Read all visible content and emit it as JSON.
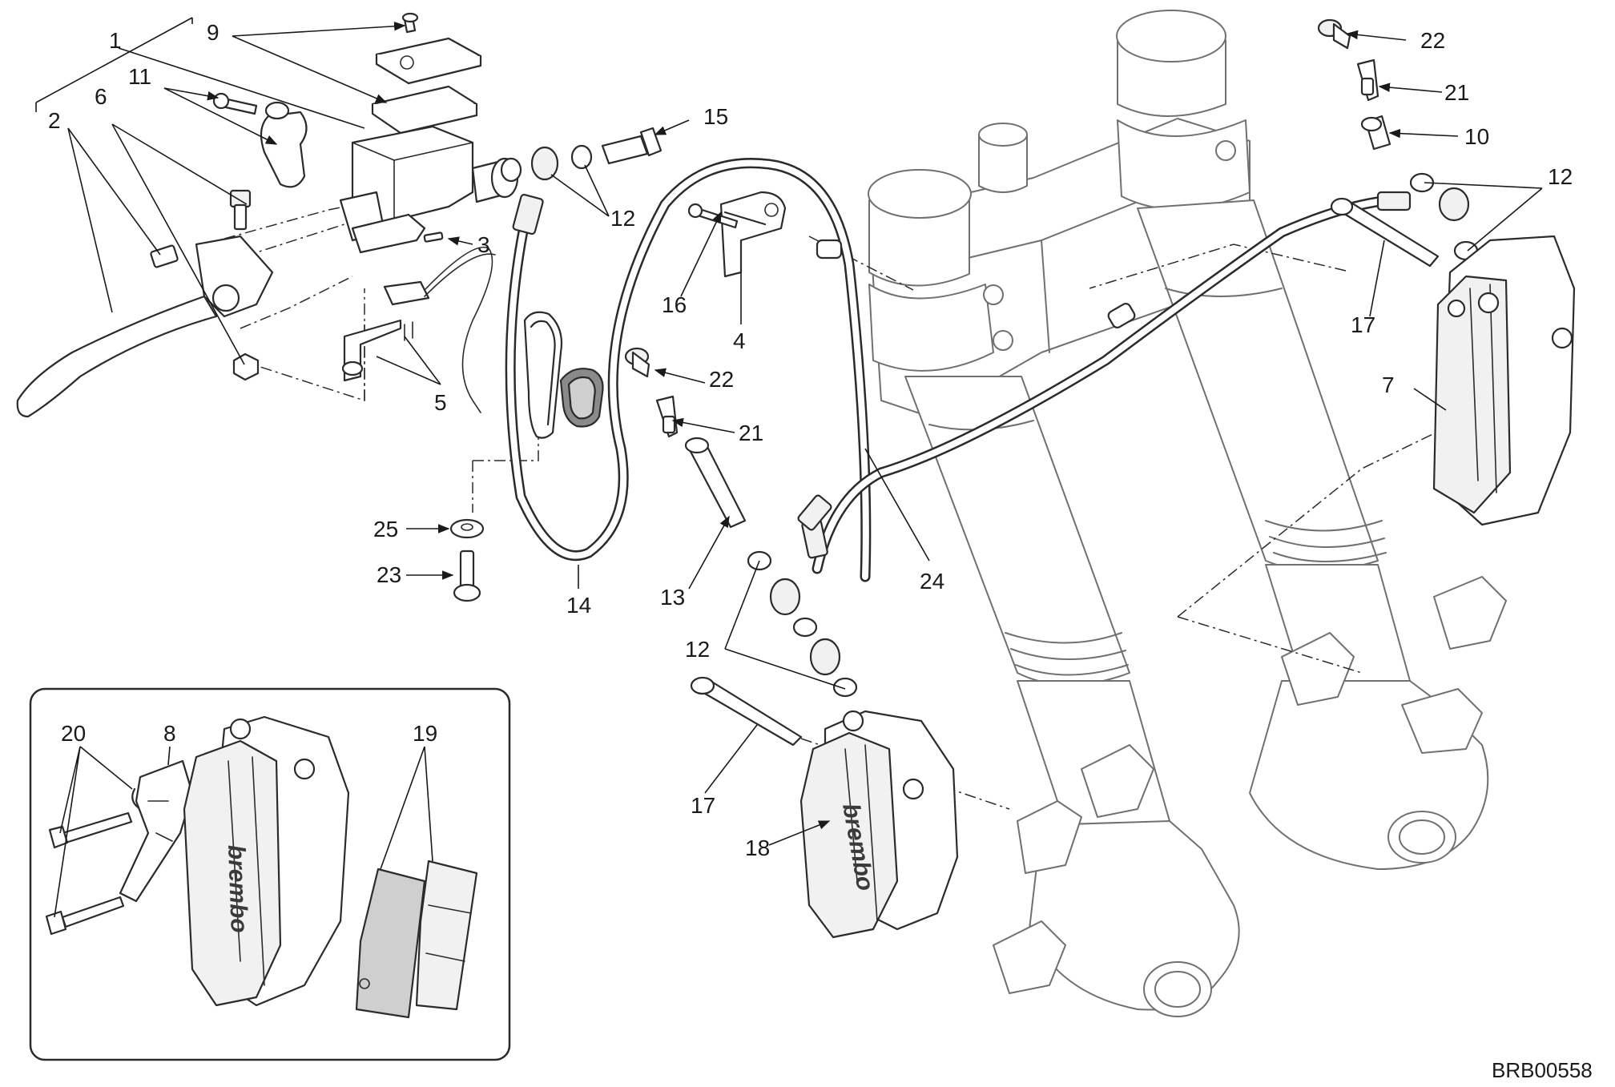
{
  "diagram": {
    "callouts": {
      "c1": "1",
      "c2": "2",
      "c3": "3",
      "c4": "4",
      "c5": "5",
      "c6": "6",
      "c7": "7",
      "c8": "8",
      "c9": "9",
      "c10": "10",
      "c11": "11",
      "c12a": "12",
      "c12b": "12",
      "c12c": "12",
      "c13": "13",
      "c14": "14",
      "c15": "15",
      "c16": "16",
      "c17a": "17",
      "c17b": "17",
      "c18": "18",
      "c19": "19",
      "c20": "20",
      "c21a": "21",
      "c21b": "21",
      "c22a": "22",
      "c22b": "22",
      "c23": "23",
      "c24": "24",
      "c25": "25"
    },
    "caliper_logo": "brembo",
    "drawing_code": "BRB00558"
  }
}
